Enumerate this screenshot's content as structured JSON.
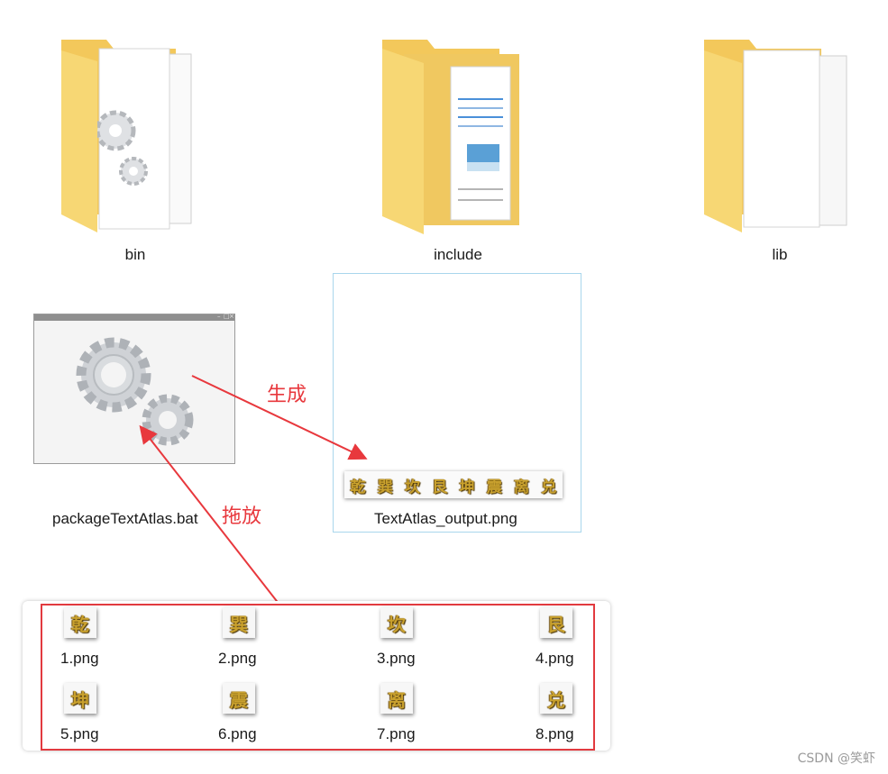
{
  "folders": [
    {
      "label": "bin"
    },
    {
      "label": "include"
    },
    {
      "label": "lib"
    }
  ],
  "bat_file": {
    "label": "packageTextAtlas.bat"
  },
  "output_file": {
    "label": "TextAtlas_output.png",
    "atlas_glyphs": [
      "乾",
      "巽",
      "坎",
      "艮",
      "坤",
      "震",
      "离",
      "兑"
    ]
  },
  "annotations": {
    "generate": "生成",
    "drag_drop": "拖放"
  },
  "png_files": [
    {
      "glyph": "乾",
      "label": "1.png"
    },
    {
      "glyph": "巽",
      "label": "2.png"
    },
    {
      "glyph": "坎",
      "label": "3.png"
    },
    {
      "glyph": "艮",
      "label": "4.png"
    },
    {
      "glyph": "坤",
      "label": "5.png"
    },
    {
      "glyph": "震",
      "label": "6.png"
    },
    {
      "glyph": "离",
      "label": "7.png"
    },
    {
      "glyph": "兑",
      "label": "8.png"
    }
  ],
  "watermark": "CSDN @笑虾",
  "colors": {
    "annotation_red": "#e8383d",
    "selection_border": "#a9d6ec",
    "folder_yellow": "#f7d774",
    "glyph_gold": "#c9a12e"
  },
  "icons": {
    "folder": "folder-icon",
    "bat": "gear-window-icon",
    "files": "glyph-png-icon"
  }
}
